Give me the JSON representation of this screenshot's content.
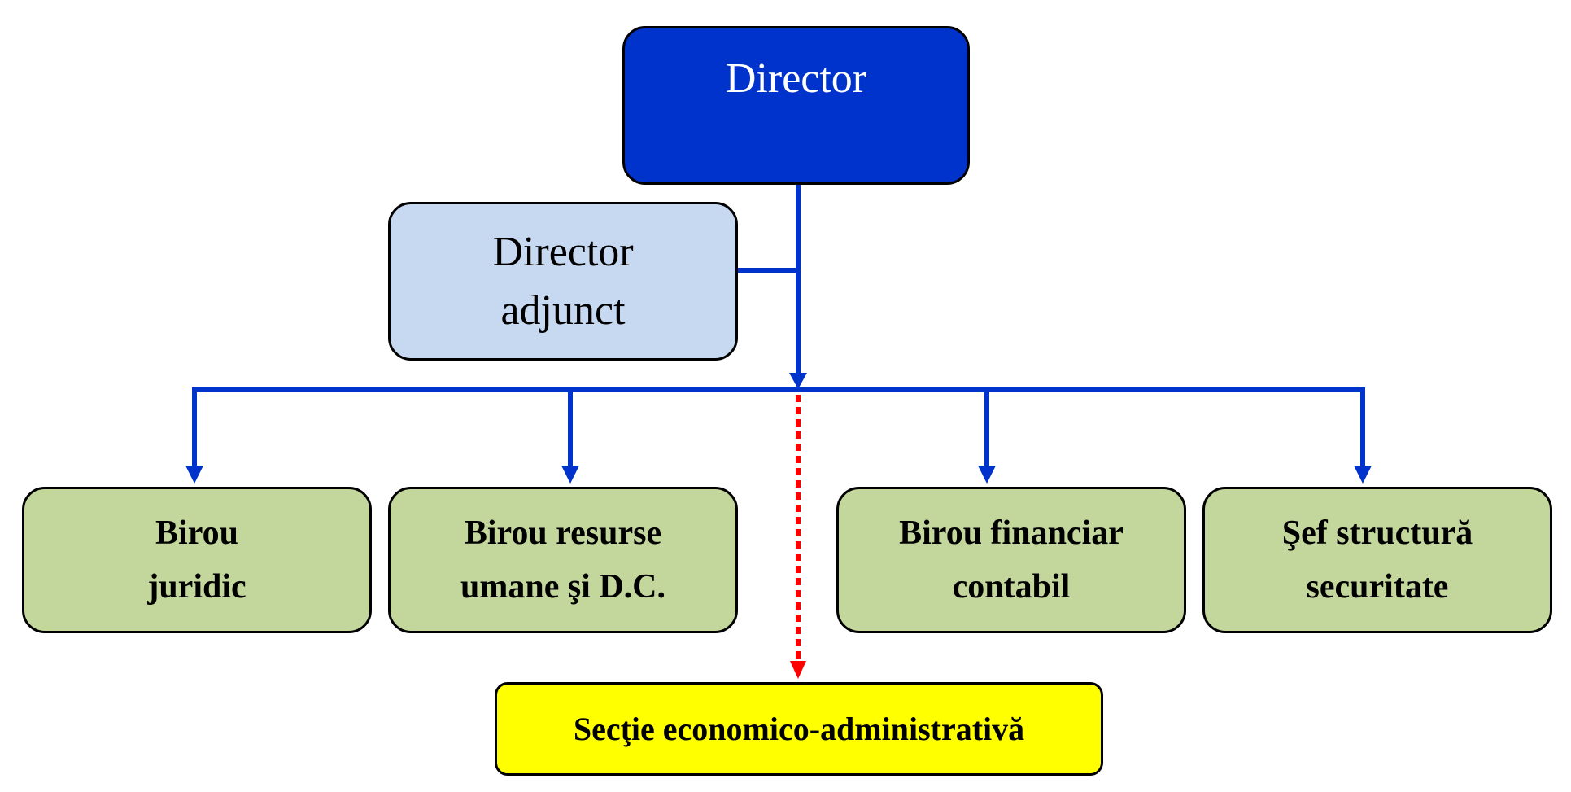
{
  "colors": {
    "director_fill": "#0033cc",
    "deputy_fill": "#c6d9f0",
    "office_fill": "#c3d69b",
    "section_fill": "#ffff00",
    "connector": "#0033cc",
    "dotted_connector": "#ff0000"
  },
  "director": {
    "label": "Director"
  },
  "deputy": {
    "line1": "Director",
    "line2": "adjunct"
  },
  "offices": [
    {
      "line1": "Birou",
      "line2": "juridic"
    },
    {
      "line1": "Birou resurse",
      "line2": "umane şi D.C."
    },
    {
      "line1": "Birou financiar",
      "line2": "contabil"
    },
    {
      "line1": "Şef structură",
      "line2": "securitate"
    }
  ],
  "section": {
    "label": "Secţie economico-administrativă"
  }
}
